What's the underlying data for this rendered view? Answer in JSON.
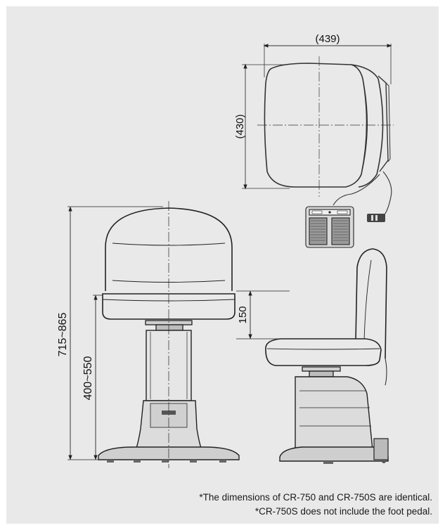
{
  "dimensions": {
    "top_width": "(439)",
    "top_depth": "(430)",
    "overall_height": "715~865",
    "seat_height": "400~550",
    "backrest_offset": "150"
  },
  "foot_pedal": {
    "left_label": "",
    "right_label": ""
  },
  "base_badge": "",
  "notes": {
    "line1": "*The dimensions of CR-750 and CR-750S are identical.",
    "line2": "*CR-750S does not include the foot pedal."
  }
}
